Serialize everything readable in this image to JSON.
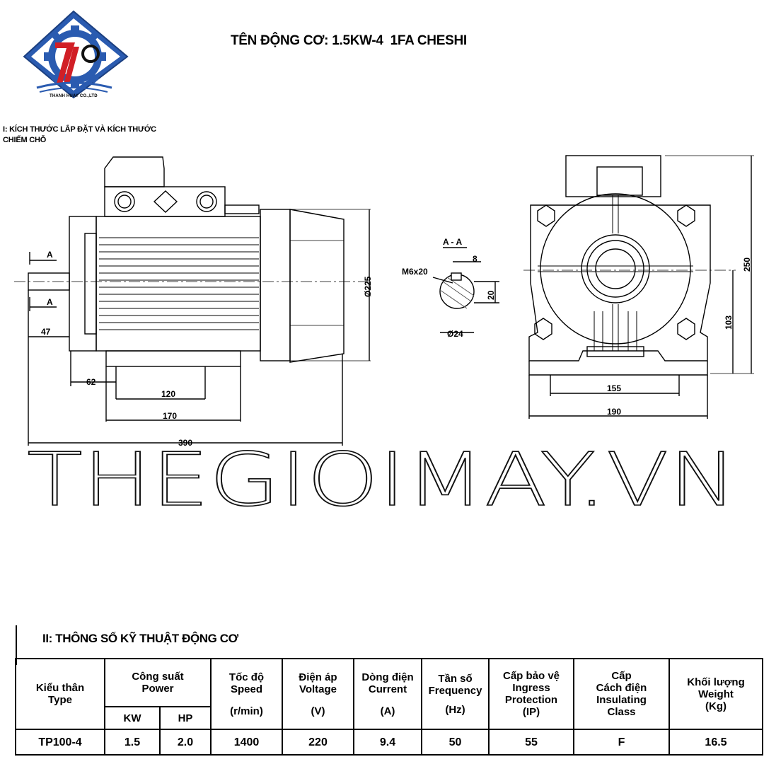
{
  "logo": {
    "caption": "THANH HUAY CO.,LTD"
  },
  "title": "TÊN ĐỘNG CƠ: 1.5KW-4  1FA CHESHI",
  "section1": {
    "line1": "I: KÍCH THƯỚC LẮP ĐẶT VÀ KÍCH THƯỚC",
    "line2": "CHIẾM CHỖ"
  },
  "drawing": {
    "section_mark": "A",
    "section_title": "A - A",
    "dims": {
      "shaft_len": "47",
      "foot_offset": "62",
      "foot_hole": "120",
      "foot_len": "170",
      "total_len": "390",
      "dia_body": "Ø225",
      "thread": "M6x20",
      "key_width": "8",
      "key_height": "20",
      "shaft_dia": "Ø24",
      "total_height": "250",
      "center_height": "103",
      "hole_span": "155",
      "base_width": "190"
    }
  },
  "watermark": "THEGIOIMAY.VN",
  "section2": "II: THÔNG SỐ KỸ THUẬT ĐỘNG CƠ",
  "table": {
    "headers": {
      "type": [
        "Kiểu thân",
        "Type"
      ],
      "power": [
        "Công suất",
        "Power"
      ],
      "power_kw": "KW",
      "power_hp": "HP",
      "speed": [
        "Tốc độ",
        "Speed",
        "(r/min)"
      ],
      "voltage": [
        "Điện áp",
        "Voltage",
        "(V)"
      ],
      "current": [
        "Dòng điện",
        "Current",
        "(A)"
      ],
      "frequency": [
        "Tần số",
        "Frequency",
        "(Hz)"
      ],
      "ip": [
        "Cấp bảo vệ",
        "Ingress",
        "Protection",
        "(IP)"
      ],
      "insulation": [
        "Cấp",
        "Cách điện",
        "Insulating",
        "Class"
      ],
      "weight": [
        "Khối lượng",
        "Weight",
        "(Kg)"
      ]
    },
    "row": {
      "type": "TP100-4",
      "kw": "1.5",
      "hp": "2.0",
      "speed": "1400",
      "voltage": "220",
      "current": "9.4",
      "frequency": "50",
      "ip": "55",
      "insulation": "F",
      "weight": "16.5"
    }
  },
  "colors": {
    "logo_blue": "#2a5bb0",
    "logo_red": "#d11f26",
    "ink": "#000000"
  }
}
